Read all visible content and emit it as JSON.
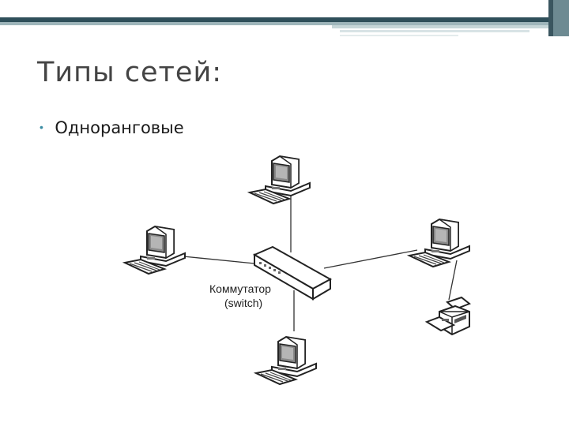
{
  "slide": {
    "title": "Типы сетей:",
    "bullet": "Одноранговые"
  },
  "diagram": {
    "switch_label_line1": "Коммутатор",
    "switch_label_line2": "(switch)",
    "nodes": [
      "computer",
      "computer",
      "computer",
      "computer",
      "printer"
    ]
  },
  "colors": {
    "header_band": "#2f4f5a",
    "header_accent": "#c6d6d8",
    "bullet": "#3a8ca3",
    "title": "#444444"
  }
}
